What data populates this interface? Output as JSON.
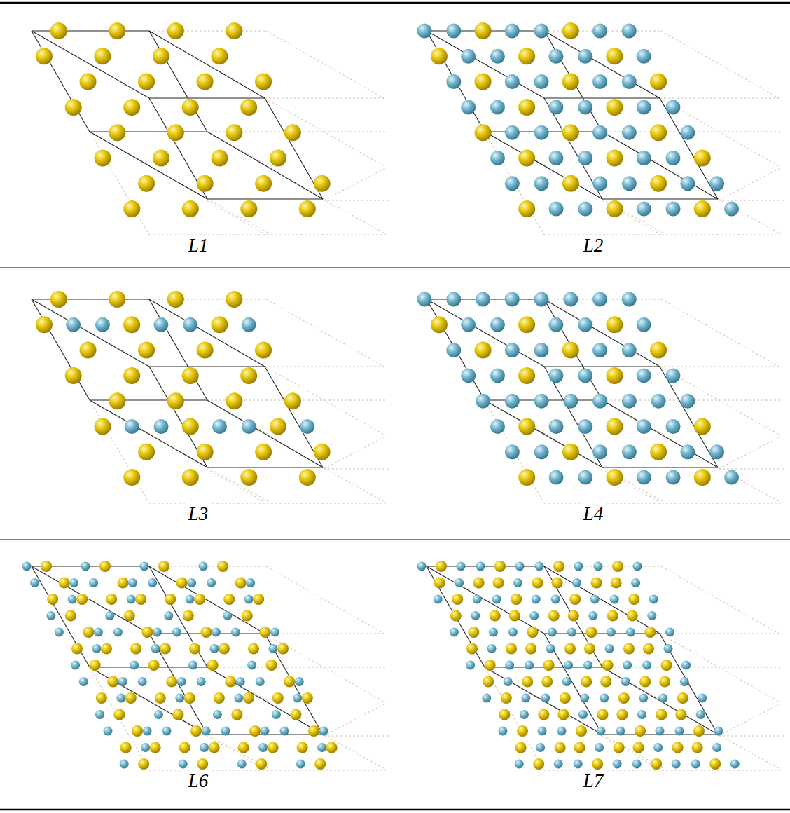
{
  "diagram": {
    "labels": [
      "L1",
      "L2",
      "L3",
      "L4",
      "L6",
      "L7"
    ]
  }
}
